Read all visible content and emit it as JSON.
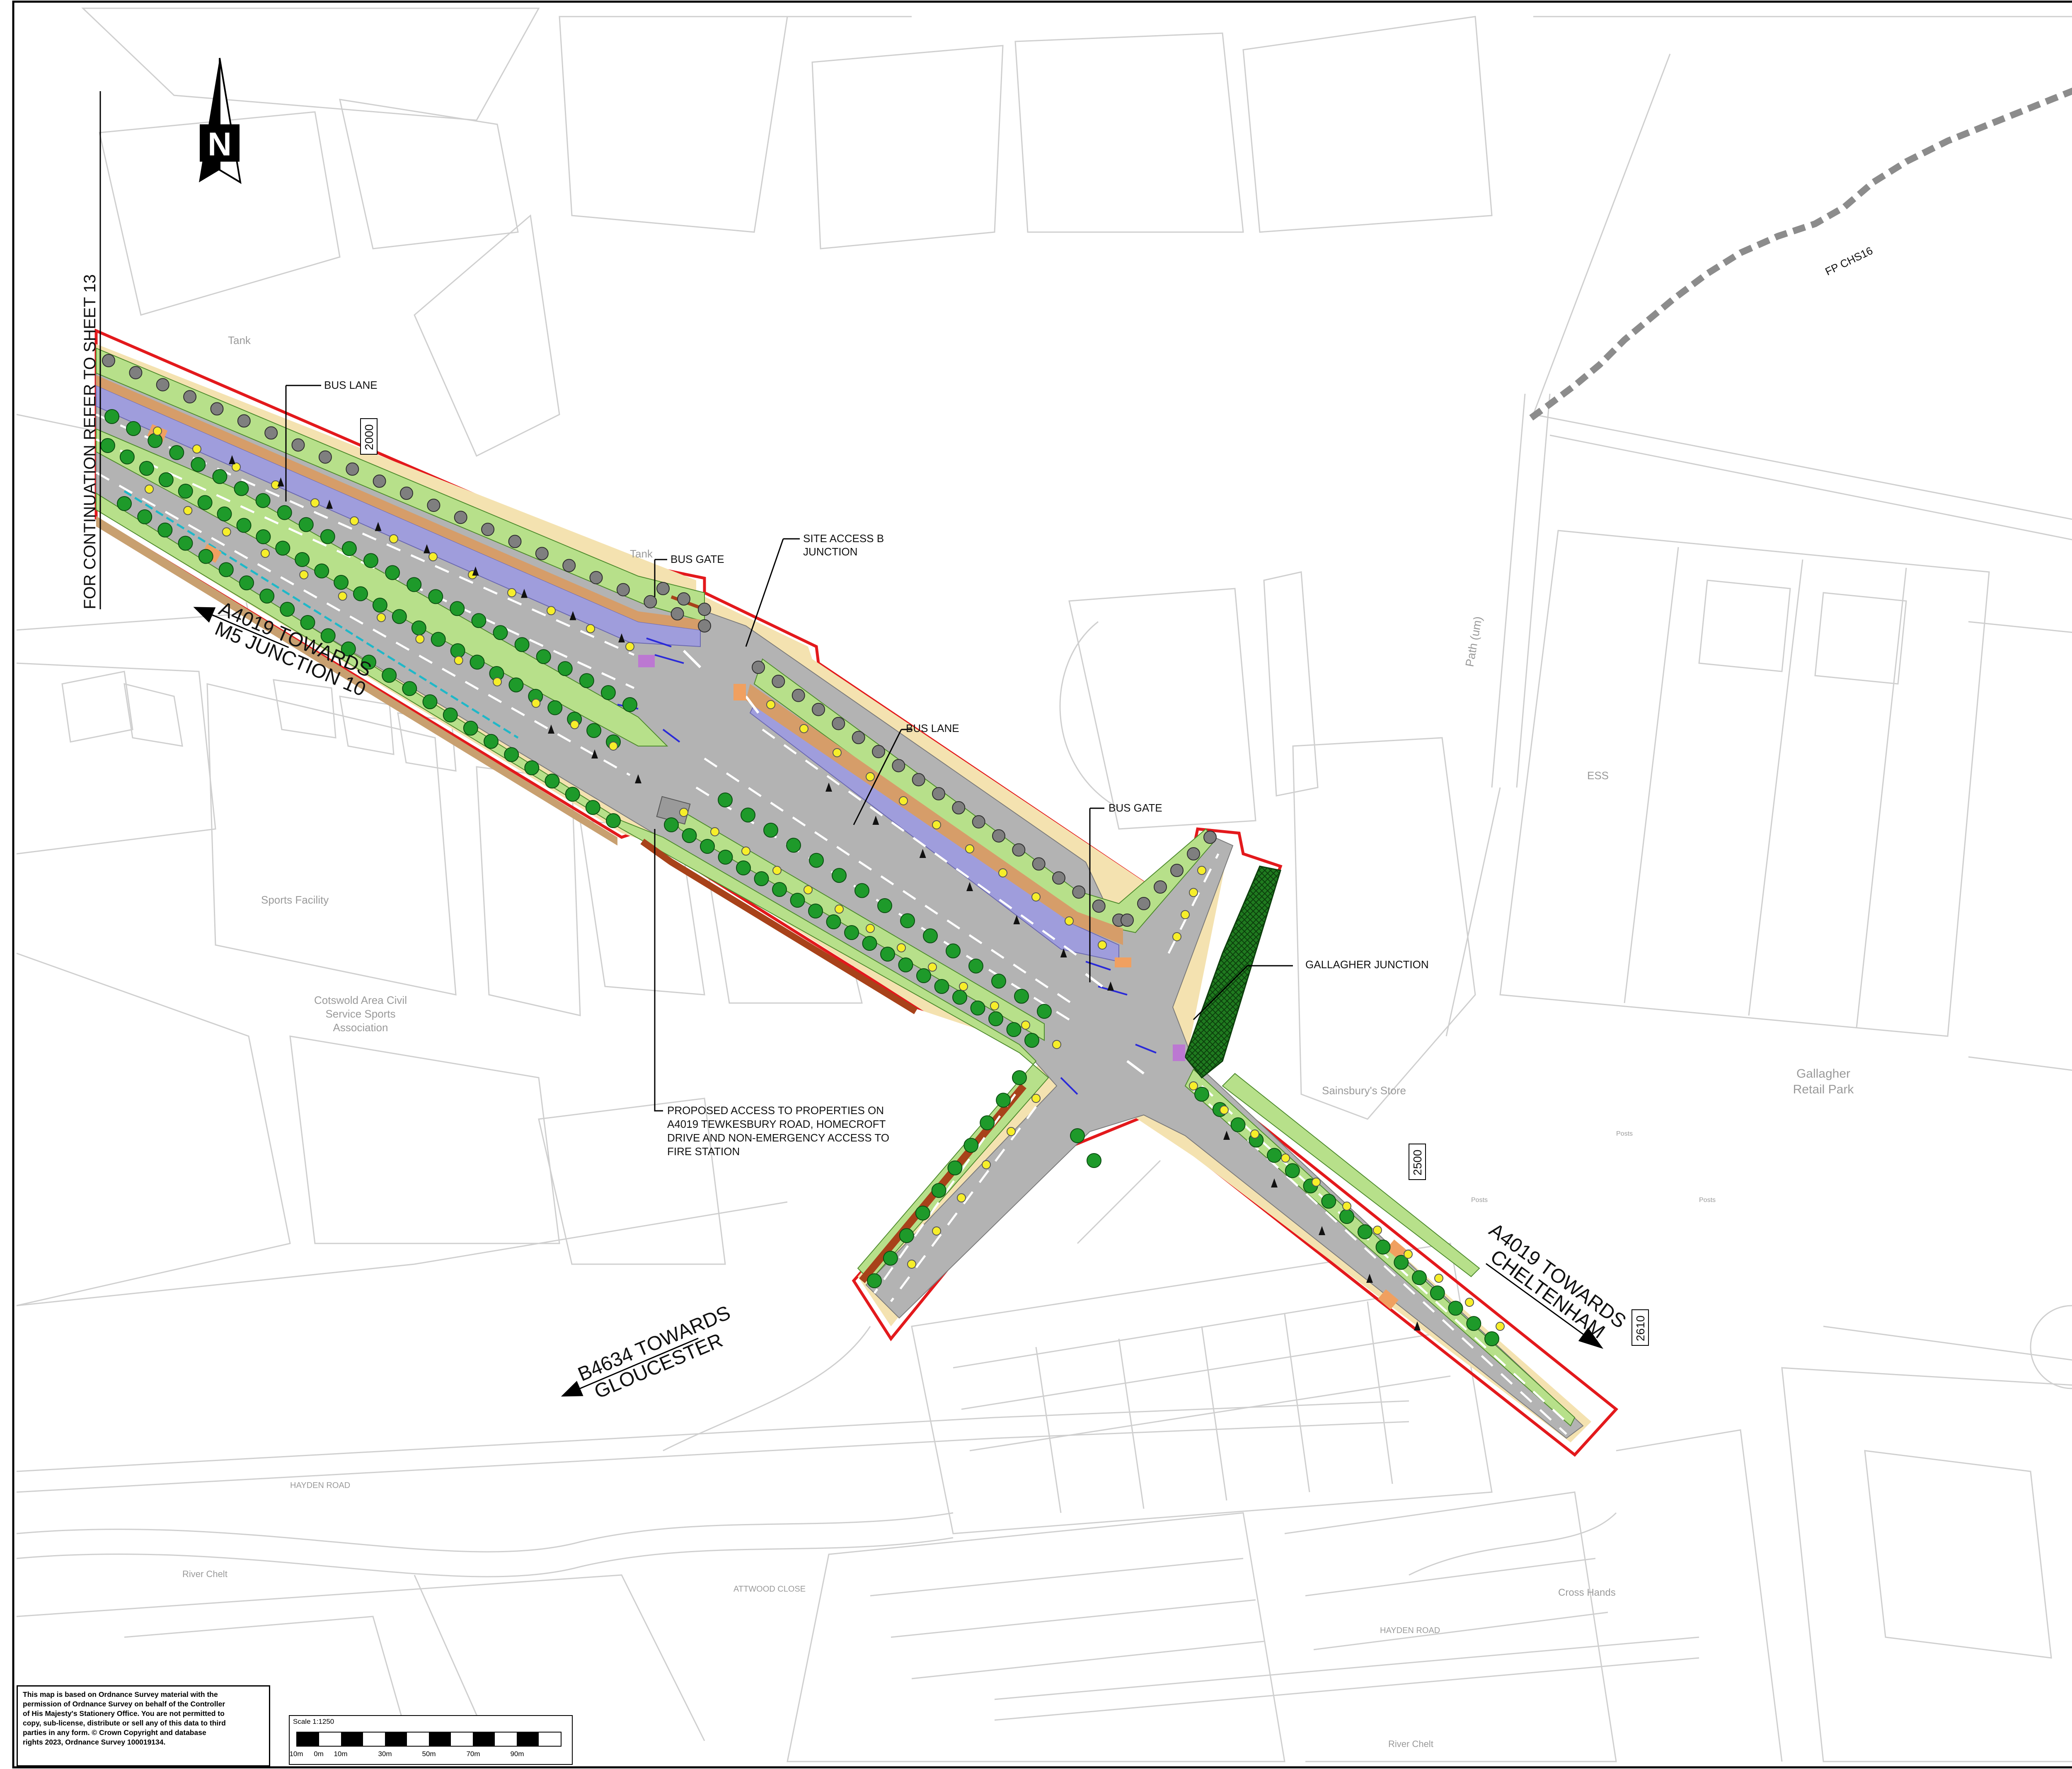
{
  "sheet": {
    "continuation": "FOR CONTINUATION REFER TO SHEET 13",
    "north": "N"
  },
  "callouts": {
    "bus_lane_1": "BUS LANE",
    "bus_gate_1": "BUS GATE",
    "site_access_b_1": "SITE ACCESS B",
    "site_access_b_2": "JUNCTION",
    "bus_lane_2": "BUS LANE",
    "bus_gate_2": "BUS GATE",
    "gallagher_junction": "GALLAGHER JUNCTION",
    "proposed_access_1": "PROPOSED ACCESS TO PROPERTIES ON",
    "proposed_access_2": "A4019 TEWKESBURY ROAD, HOMECROFT",
    "proposed_access_3": "DRIVE AND NON-EMERGENCY ACCESS TO",
    "proposed_access_4": "FIRE STATION"
  },
  "road_labels": {
    "m5_1": "A4019 TOWARDS",
    "m5_2": "M5 JUNCTION 10",
    "cheltenham_1": "A4019 TOWARDS",
    "cheltenham_2": "CHELTENHAM",
    "gloucester_1": "B4634 TOWARDS",
    "gloucester_2": "GLOUCESTER",
    "footpath": "FP CHS16"
  },
  "chainage": {
    "c2000": "2000",
    "c2500": "2500",
    "c2610": "2610"
  },
  "place_labels": {
    "tank_1": "Tank",
    "tank_2": "Tank",
    "sports_facility": "Sports Facility",
    "cotswold_1": "Cotswold Area Civil",
    "cotswold_2": "Service Sports",
    "cotswold_3": "Association",
    "sainsburys": "Sainsbury's Store",
    "gallagher_1": "Gallagher",
    "gallagher_2": "Retail Park",
    "ess": "ESS",
    "path": "Path (um)",
    "hayden_road_1": "HAYDEN ROAD",
    "hayden_road_2": "HAYDEN ROAD",
    "river_chelt_1": "River Chelt",
    "river_chelt_2": "River Chelt",
    "cross_hands": "Cross Hands",
    "attwood_close": "ATTWOOD CLOSE",
    "posts_1": "Posts",
    "posts_2": "Posts",
    "posts_3": "Posts"
  },
  "copyright": {
    "line1": "This map is based on Ordnance Survey material with the",
    "line2": "permission of Ordnance Survey on behalf of the Controller",
    "line3": "of His Majesty's Stationery Office. You are not permitted to",
    "line4": "copy, sub-license, distribute or sell any of this data to third",
    "line5": "parties in any form. © Crown Copyright and database",
    "line6": "rights 2023, Ordnance Survey 100019134."
  },
  "scale": {
    "title": "Scale  1:1250",
    "ticks": [
      "10m",
      "0m",
      "10m",
      "30m",
      "50m",
      "70m",
      "90m"
    ]
  },
  "colors": {
    "carriageway": "#b3b3b3",
    "verge": "#b7e08a",
    "bus_lane": "#9f9ddc",
    "cycleway": "#d69d69",
    "footway": "#f4e2b0",
    "tree": "#1e9a2a",
    "red_line": "#e3191c",
    "base_linework": "#c9c9c9"
  }
}
